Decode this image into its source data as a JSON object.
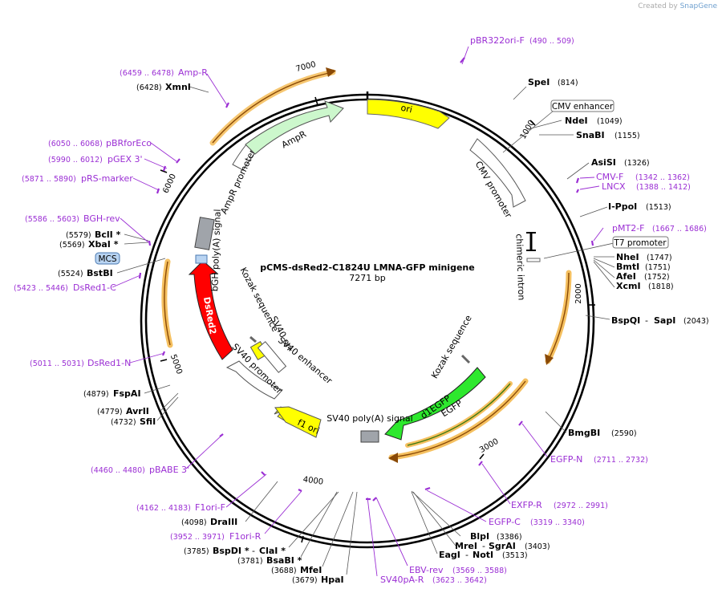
{
  "credit": {
    "prefix": "Created by",
    "brand": "SnapGene"
  },
  "map": {
    "title": "pCMS-dsRed2-C1824U LMNA-GFP minigene",
    "length": "7271 bp",
    "ticks": [
      "1000",
      "2000",
      "3000",
      "4000",
      "5000",
      "6000",
      "7000"
    ]
  },
  "features": {
    "ori": "ori",
    "cmv_promoter": "CMV promoter",
    "chimeric_intron": "chimeric intron",
    "kozak_right": "Kozak sequence",
    "d1egfp": "d1EGFP",
    "egfp": "EGFP",
    "sv40_polya": "SV40 poly(A) signal",
    "f1_ori": "f1 ori",
    "sv40_promoter": "SV40 promoter",
    "sv40_enhancer": "SV40 enhancer",
    "sv40_ori": "SV40 ori",
    "kozak_left": "Kozak sequence",
    "dsred2": "DsRed2",
    "bgh_polya": "bGH poly(A) signal",
    "ampr_promoter": "AmpR promoter",
    "ampr": "AmpR"
  },
  "boxed_labels": {
    "cmv_enhancer": "CMV enhancer",
    "t7_promoter": "T7 promoter",
    "mcs": "MCS"
  },
  "enzymes": [
    {
      "name": "SpeI",
      "pos": "(814)"
    },
    {
      "name": "NdeI",
      "pos": "(1049)"
    },
    {
      "name": "SnaBI",
      "pos": "(1155)"
    },
    {
      "name": "AsiSI",
      "pos": "(1326)"
    },
    {
      "name": "I-PpoI",
      "pos": "(1513)"
    },
    {
      "name": "NheI",
      "pos": "(1747)"
    },
    {
      "name": "BmtI",
      "pos": "(1751)"
    },
    {
      "name": "AfeI",
      "pos": "(1752)"
    },
    {
      "name": "XcmI",
      "pos": "(1818)"
    },
    {
      "name": "BspQI",
      "pos": "(2043)",
      "extra": "SapI"
    },
    {
      "name": "BmgBI",
      "pos": "(2590)"
    },
    {
      "name": "BlpI",
      "pos": "(3386)"
    },
    {
      "name": "MreI",
      "pos": "(3403)",
      "extra": "SgrAI"
    },
    {
      "name": "EagI",
      "pos": "(3513)",
      "extra": "NotI"
    },
    {
      "name": "HpaI",
      "pos": "(3679)"
    },
    {
      "name": "MfeI",
      "pos": "(3688)"
    },
    {
      "name": "BsaBI *",
      "pos": "(3781)"
    },
    {
      "name": "BspDI *",
      "pos": "(3785)",
      "extra": "ClaI *"
    },
    {
      "name": "DraIII",
      "pos": "(4098)"
    },
    {
      "name": "SfiI",
      "pos": "(4732)"
    },
    {
      "name": "AvrII",
      "pos": "(4779)"
    },
    {
      "name": "FspAI",
      "pos": "(4879)"
    },
    {
      "name": "BstBI",
      "pos": "(5524)"
    },
    {
      "name": "XbaI *",
      "pos": "(5569)"
    },
    {
      "name": "BclI *",
      "pos": "(5579)"
    },
    {
      "name": "XmnI",
      "pos": "(6428)"
    }
  ],
  "primers": [
    {
      "name": "pBR322ori-F",
      "pos": "(490 .. 509)"
    },
    {
      "name": "CMV-F",
      "pos": "(1342 .. 1362)"
    },
    {
      "name": "LNCX",
      "pos": "(1388 .. 1412)"
    },
    {
      "name": "pMT2-F",
      "pos": "(1667 .. 1686)"
    },
    {
      "name": "EGFP-N",
      "pos": "(2711 .. 2732)"
    },
    {
      "name": "EXFP-R",
      "pos": "(2972 .. 2991)"
    },
    {
      "name": "EGFP-C",
      "pos": "(3319 .. 3340)"
    },
    {
      "name": "EBV-rev",
      "pos": "(3569 .. 3588)"
    },
    {
      "name": "SV40pA-R",
      "pos": "(3623 .. 3642)"
    },
    {
      "name": "F1ori-R",
      "pos": "(3952 .. 3971)"
    },
    {
      "name": "F1ori-F",
      "pos": "(4162 .. 4183)"
    },
    {
      "name": "pBABE 3'",
      "pos": "(4460 .. 4480)"
    },
    {
      "name": "DsRed1-N",
      "pos": "(5011 .. 5031)"
    },
    {
      "name": "DsRed1-C",
      "pos": "(5423 .. 5446)"
    },
    {
      "name": "BGH-rev",
      "pos": "(5586 .. 5603)"
    },
    {
      "name": "pRS-marker",
      "pos": "(5871 .. 5890)"
    },
    {
      "name": "pGEX 3'",
      "pos": "(5990 .. 6012)"
    },
    {
      "name": "pBRforEco",
      "pos": "(6050 .. 6068)"
    },
    {
      "name": "Amp-R",
      "pos": "(6459 .. 6478)"
    }
  ],
  "colors": {
    "ori": "#ffff00",
    "egfp": "#2ee82e",
    "dsred2": "#ff0000",
    "ampr": "#ccf7cc",
    "polya": "#a0a4aa",
    "f1ori": "#ffff00",
    "primer": "#9b2fd4",
    "orf_bar": "#f5c060",
    "orf_line": "#c07a10",
    "mcs_box": "#b9d4f2",
    "mcs_border": "#4a79b0"
  }
}
